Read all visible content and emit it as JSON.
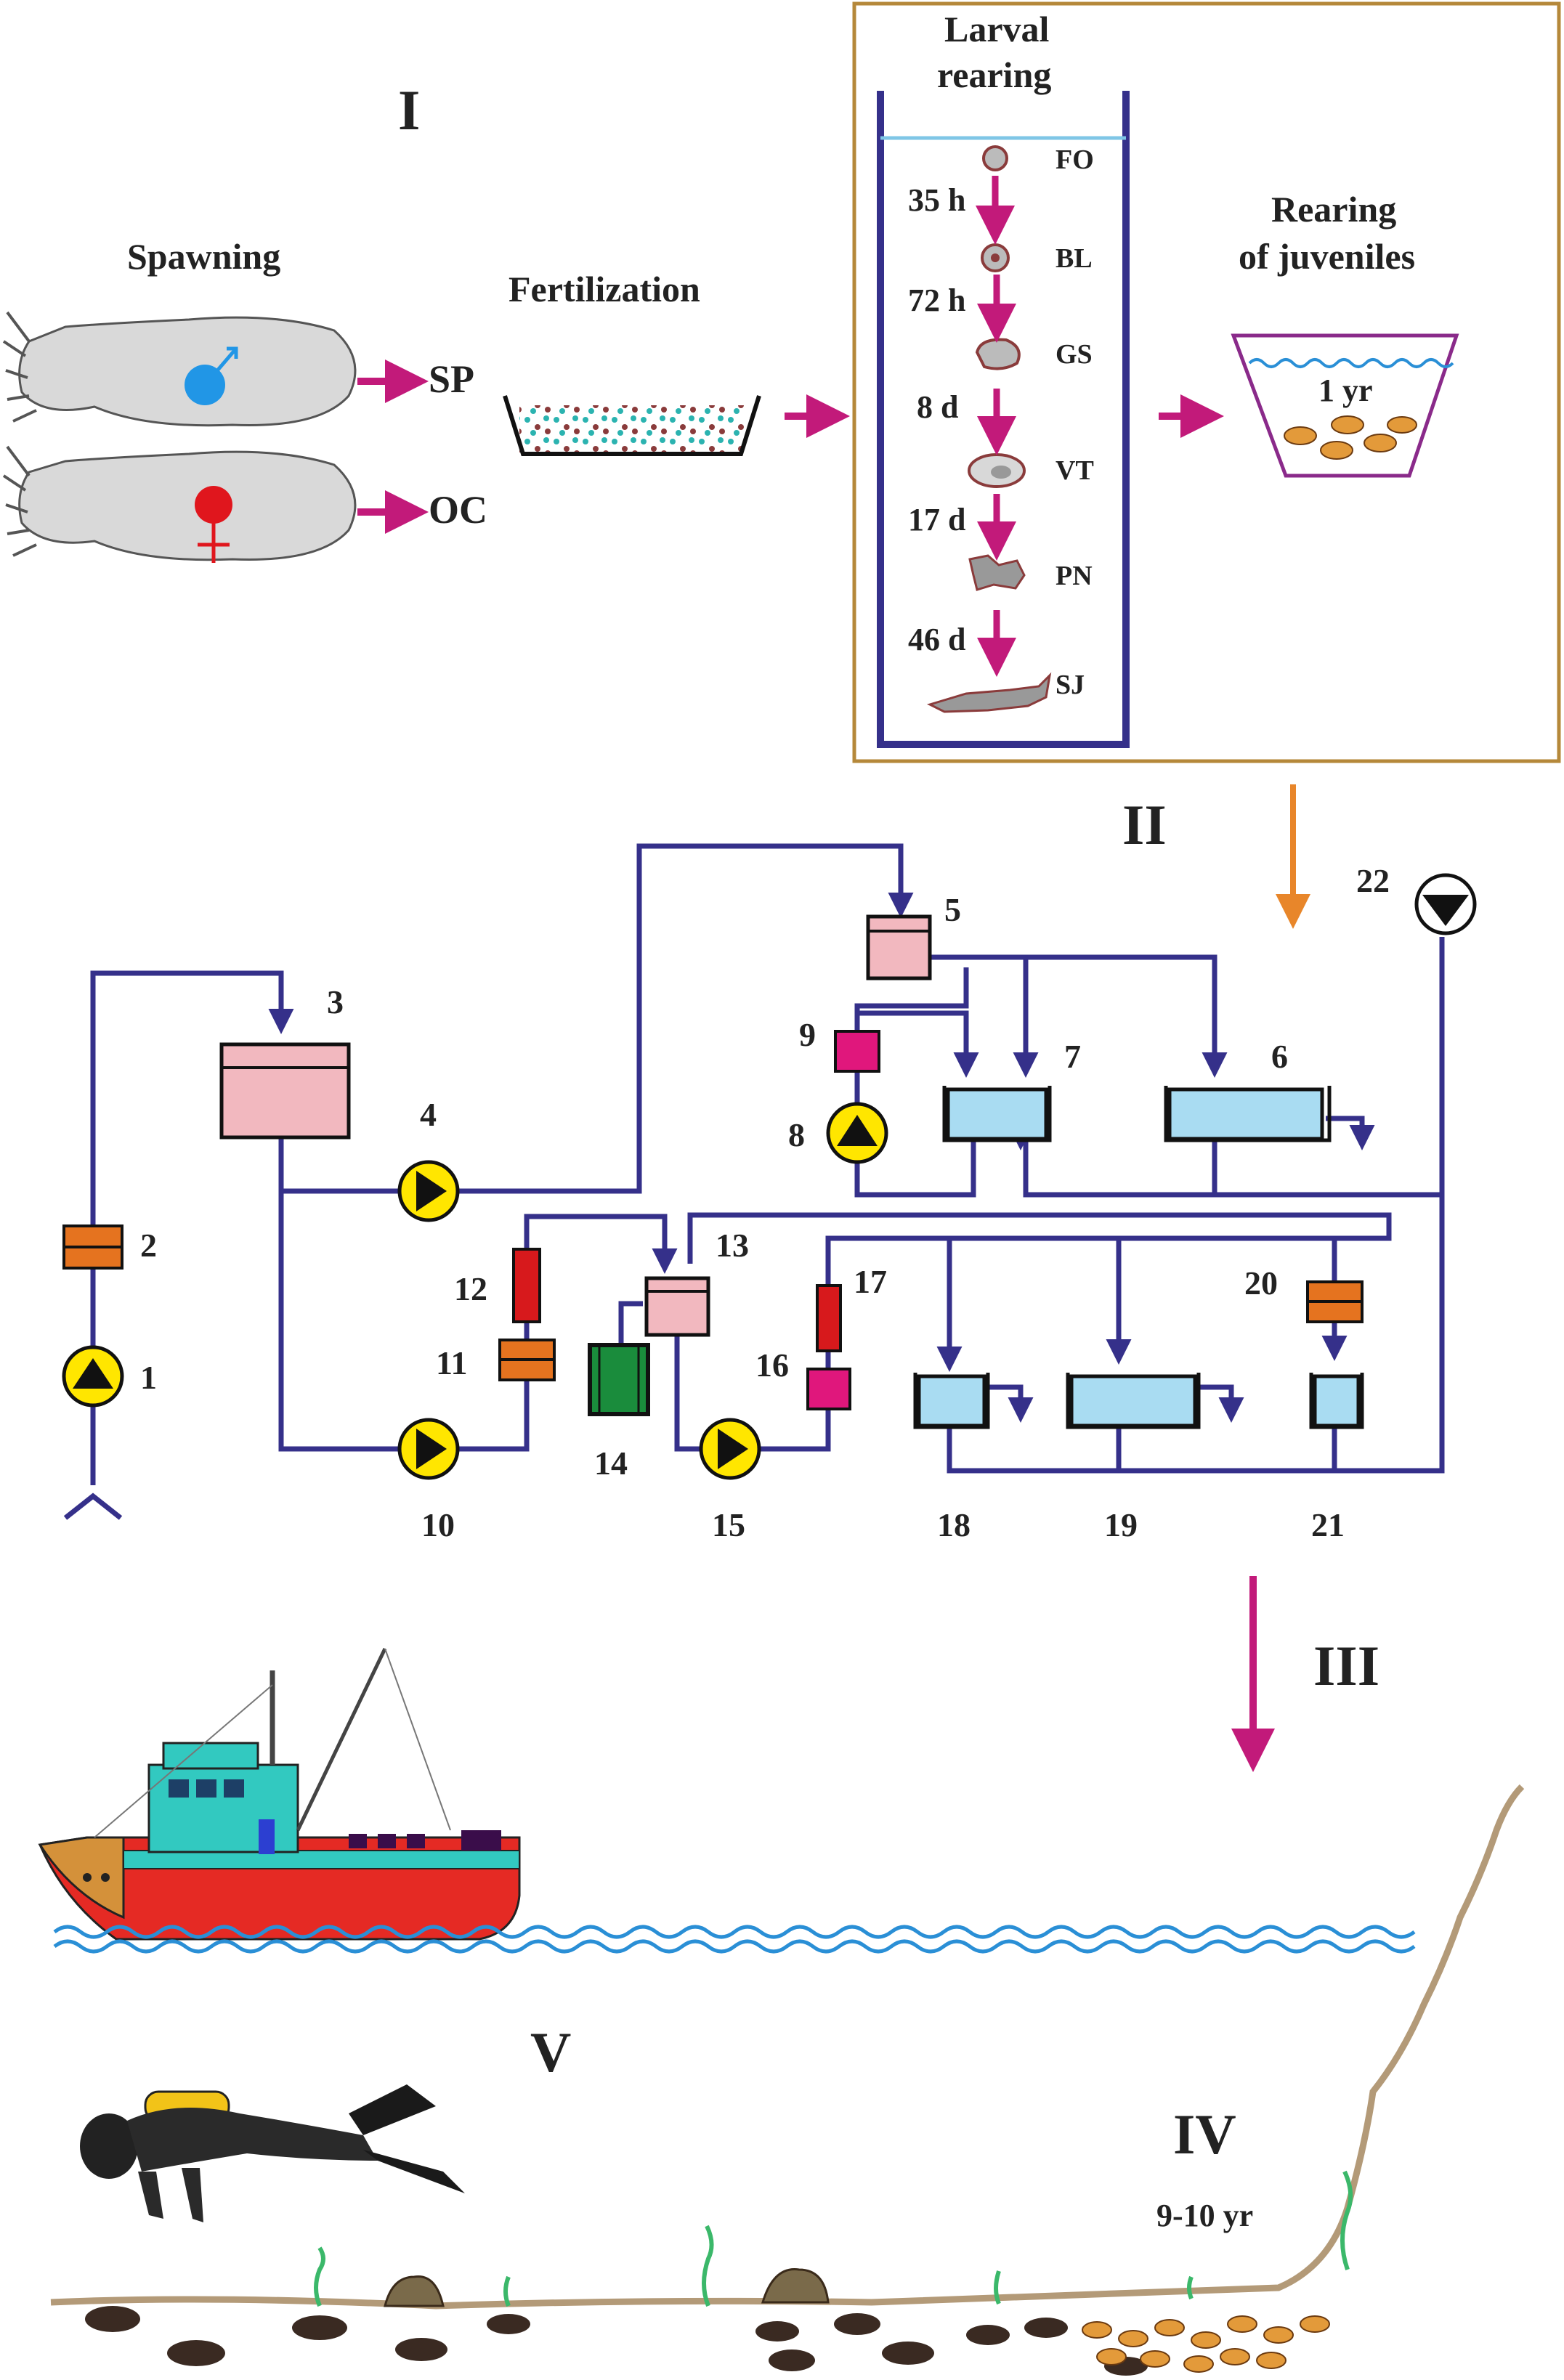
{
  "sections": {
    "I": "I",
    "II": "II",
    "III": "III",
    "IV": "IV",
    "V": "V"
  },
  "spawning": {
    "title": "Spawning",
    "male_product": "SP",
    "female_product": "OC"
  },
  "fertilization": {
    "title": "Fertilization"
  },
  "larval": {
    "title_line1": "Larval",
    "title_line2": "rearing",
    "stages": [
      "FO",
      "BL",
      "GS",
      "VT",
      "PN",
      "SJ"
    ],
    "intervals": [
      "35 h",
      "72 h",
      "8 d",
      "17 d",
      "46 d"
    ]
  },
  "juveniles": {
    "title_line1": "Rearing",
    "title_line2": "of juveniles",
    "duration": "1 yr"
  },
  "system": {
    "labels": [
      "1",
      "2",
      "3",
      "4",
      "5",
      "6",
      "7",
      "8",
      "9",
      "10",
      "11",
      "12",
      "13",
      "14",
      "15",
      "16",
      "17",
      "18",
      "19",
      "20",
      "21",
      "22"
    ]
  },
  "seabed": {
    "duration": "9-10 yr"
  },
  "colors": {
    "arrow_magenta": "#c21a7a",
    "pipe": "#35308a",
    "tank_pink": "#f2b8bf",
    "tank_blue": "#a9dcf2",
    "pump_yellow": "#ffe600",
    "filter_orange": "#e5731f",
    "heater_red": "#d7191c",
    "dosing_magenta": "#e0177c",
    "uv_green": "#1a8c3c",
    "frame_brown": "#b5883a",
    "sea_blue": "#2a8fd6",
    "seabed_tan": "#b39a78",
    "orange_arrow": "#e8862a"
  }
}
